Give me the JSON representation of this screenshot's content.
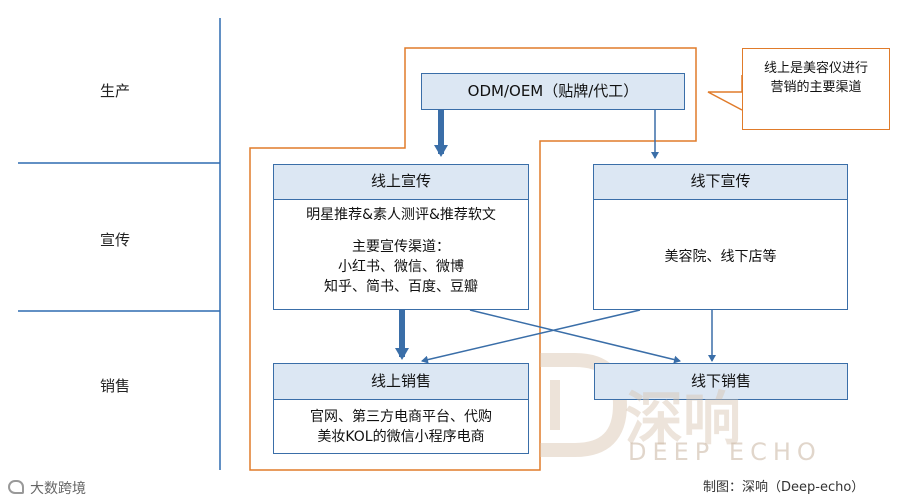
{
  "rows": [
    {
      "label": "生产"
    },
    {
      "label": "宣传"
    },
    {
      "label": "销售"
    }
  ],
  "nodes": {
    "odm": {
      "title": "ODM/OEM（贴牌/代工）"
    },
    "online_promo": {
      "title": "线上宣传",
      "body_line1": "明星推荐&素人测评&推荐软文",
      "body_line2": "主要宣传渠道：",
      "body_line3": "小红书、微信、微博",
      "body_line4": "知乎、简书、百度、豆瓣"
    },
    "offline_promo": {
      "title": "线下宣传",
      "body": "美容院、线下店等"
    },
    "online_sales": {
      "title": "线上销售",
      "body_line1": "官网、第三方电商平台、代购",
      "body_line2": "美妆KOL的微信小程序电商"
    },
    "offline_sales": {
      "title": "线下销售"
    }
  },
  "note": {
    "line1": "线上是美容仪进行",
    "line2": "营销的主要渠道"
  },
  "watermark": {
    "cn": "深响",
    "en": "DEEP ECHO"
  },
  "credit": "制图：深响（Deep-echo）",
  "brand": "大数跨境",
  "colors": {
    "box_border": "#3a6ea8",
    "box_header_fill": "#dce7f3",
    "arrow": "#3a6ea8",
    "highlight": "#e07b2a",
    "grid_line": "#2f6bb0"
  }
}
